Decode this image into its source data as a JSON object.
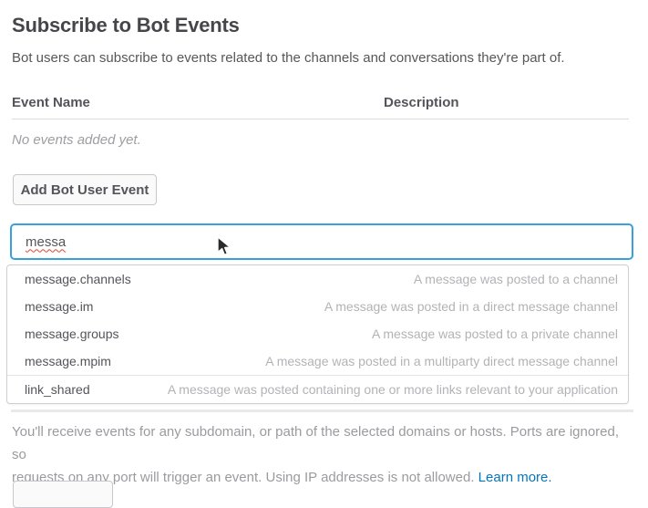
{
  "header": {
    "title": "Subscribe to Bot Events",
    "subtitle": "Bot users can subscribe to events related to the channels and conversations they're part of."
  },
  "events_table": {
    "columns": [
      "Event Name",
      "Description"
    ],
    "empty_message": "No events added yet."
  },
  "actions": {
    "add_event_label": "Add Bot User Event"
  },
  "event_search": {
    "value": "messa",
    "suggestions": [
      {
        "name": "message.channels",
        "description": "A message was posted to a channel"
      },
      {
        "name": "message.im",
        "description": "A message was posted in a direct message channel"
      },
      {
        "name": "message.groups",
        "description": "A message was posted to a private channel"
      },
      {
        "name": "message.mpim",
        "description": "A message was posted in a multiparty direct message channel"
      },
      {
        "name": "link_shared",
        "description": "A message was posted containing one or more links relevant to your application"
      }
    ]
  },
  "footer_note": {
    "line1": "You'll receive events for any subdomain, or path of the selected domains or hosts. Ports are ignored, so",
    "line2": "requests on any port will trigger an event. Using IP addresses is not allowed.",
    "link_label": "Learn more."
  },
  "colors": {
    "accent_blue": "#38a1da",
    "link_blue": "#0576b9",
    "squiggle_red": "#e0442c",
    "title_gray": "#45454a",
    "muted_gray": "#9e9ea2"
  }
}
